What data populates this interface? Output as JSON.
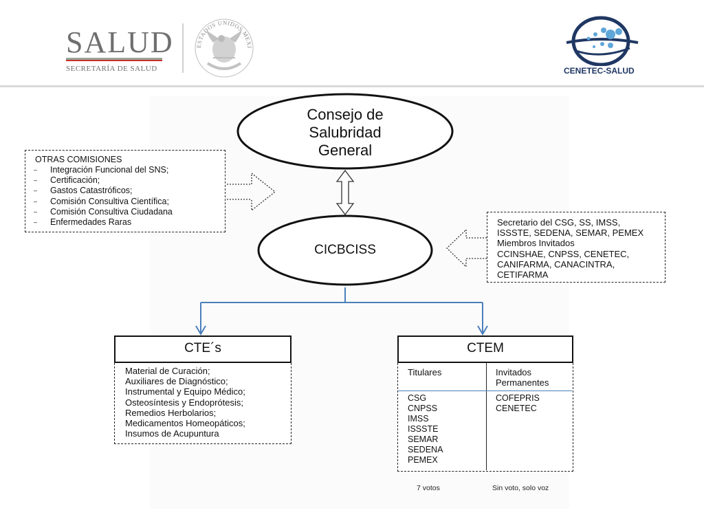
{
  "header": {
    "salud_title": "SALUD",
    "salud_subtitle": "SECRETARÍA DE SALUD",
    "seal_text": "ESTADOS UNIDOS MEXICANOS",
    "cenetec_label": "CENETEC-SALUD"
  },
  "colors": {
    "connector_blue": "#4a7ebb",
    "cenetec_blue": "#1f3763",
    "cenetec_light": "#5fa7d9",
    "salud_red": "#c9302c"
  },
  "diagram": {
    "top_node": [
      "Consejo de",
      "Salubridad",
      "General"
    ],
    "mid_node": "CICBCISS",
    "otras": {
      "title": "OTRAS COMISIONES",
      "items": [
        "Integración Funcional del SNS;",
        "Certificación;",
        "Gastos Catastróficos;",
        "Comisión Consultiva Científica;",
        "Comisión Consultiva Ciudadana",
        "Enfermedades Raras"
      ]
    },
    "members": [
      "Secretario del CSG, SS, IMSS,",
      "ISSSTE, SEDENA, SEMAR, PEMEX",
      "Miembros Invitados",
      "CCINSHAE, CNPSS, CENETEC,",
      "CANIFARMA, CANACINTRA,",
      "CETIFARMA"
    ],
    "cte": {
      "title": "CTE´s",
      "items": [
        "Material de Curación;",
        "Auxiliares de Diagnóstico;",
        "Instrumental y Equipo Médico;",
        "Osteosíntesis y Endoprótesis;",
        "Remedios Herbolarios;",
        "Medicamentos Homeopáticos;",
        "Insumos de Acupuntura"
      ]
    },
    "ctem": {
      "title": "CTEM",
      "col1_header": "Titulares",
      "col2_header": [
        "Invitados",
        "Permanentes"
      ],
      "col1_items": [
        "CSG",
        "CNPSS",
        "IMSS",
        "ISSSTE",
        "SEMAR",
        "SEDENA",
        "PEMEX"
      ],
      "col2_items": [
        "COFEPRIS",
        "CENETEC"
      ],
      "foot_left": "7 votos",
      "foot_right": "Sin voto, solo voz"
    }
  }
}
